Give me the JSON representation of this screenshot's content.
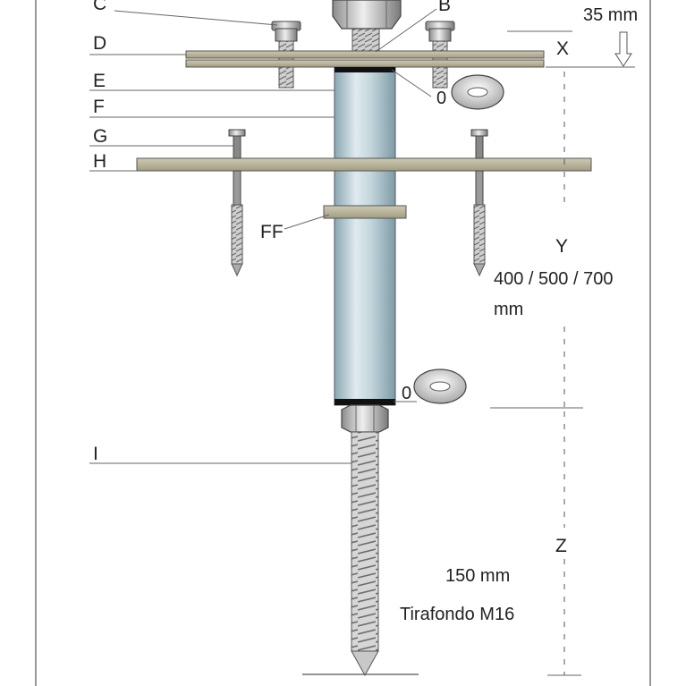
{
  "labels": {
    "c": "C",
    "b": "B",
    "d": "D",
    "e": "E",
    "f": "F",
    "g": "G",
    "h": "H",
    "ff": "FF",
    "i": "I",
    "washer_top": "0",
    "washer_bottom": "0"
  },
  "dimensions": {
    "x_label": "X",
    "x_value": "35 mm",
    "y_label": "Y",
    "y_value_line1": "400 / 500 / 700",
    "y_value_line2": "mm",
    "z_label": "Z",
    "z_value": "150 mm",
    "z_caption": "Tirafondo M16"
  },
  "colors": {
    "plate": "#b7b29a",
    "tube": "#bcd0d8",
    "tube_dark": "#7f9ca8",
    "metal": "#c9c9c9",
    "metal_dark": "#777777",
    "band": "#111111"
  }
}
